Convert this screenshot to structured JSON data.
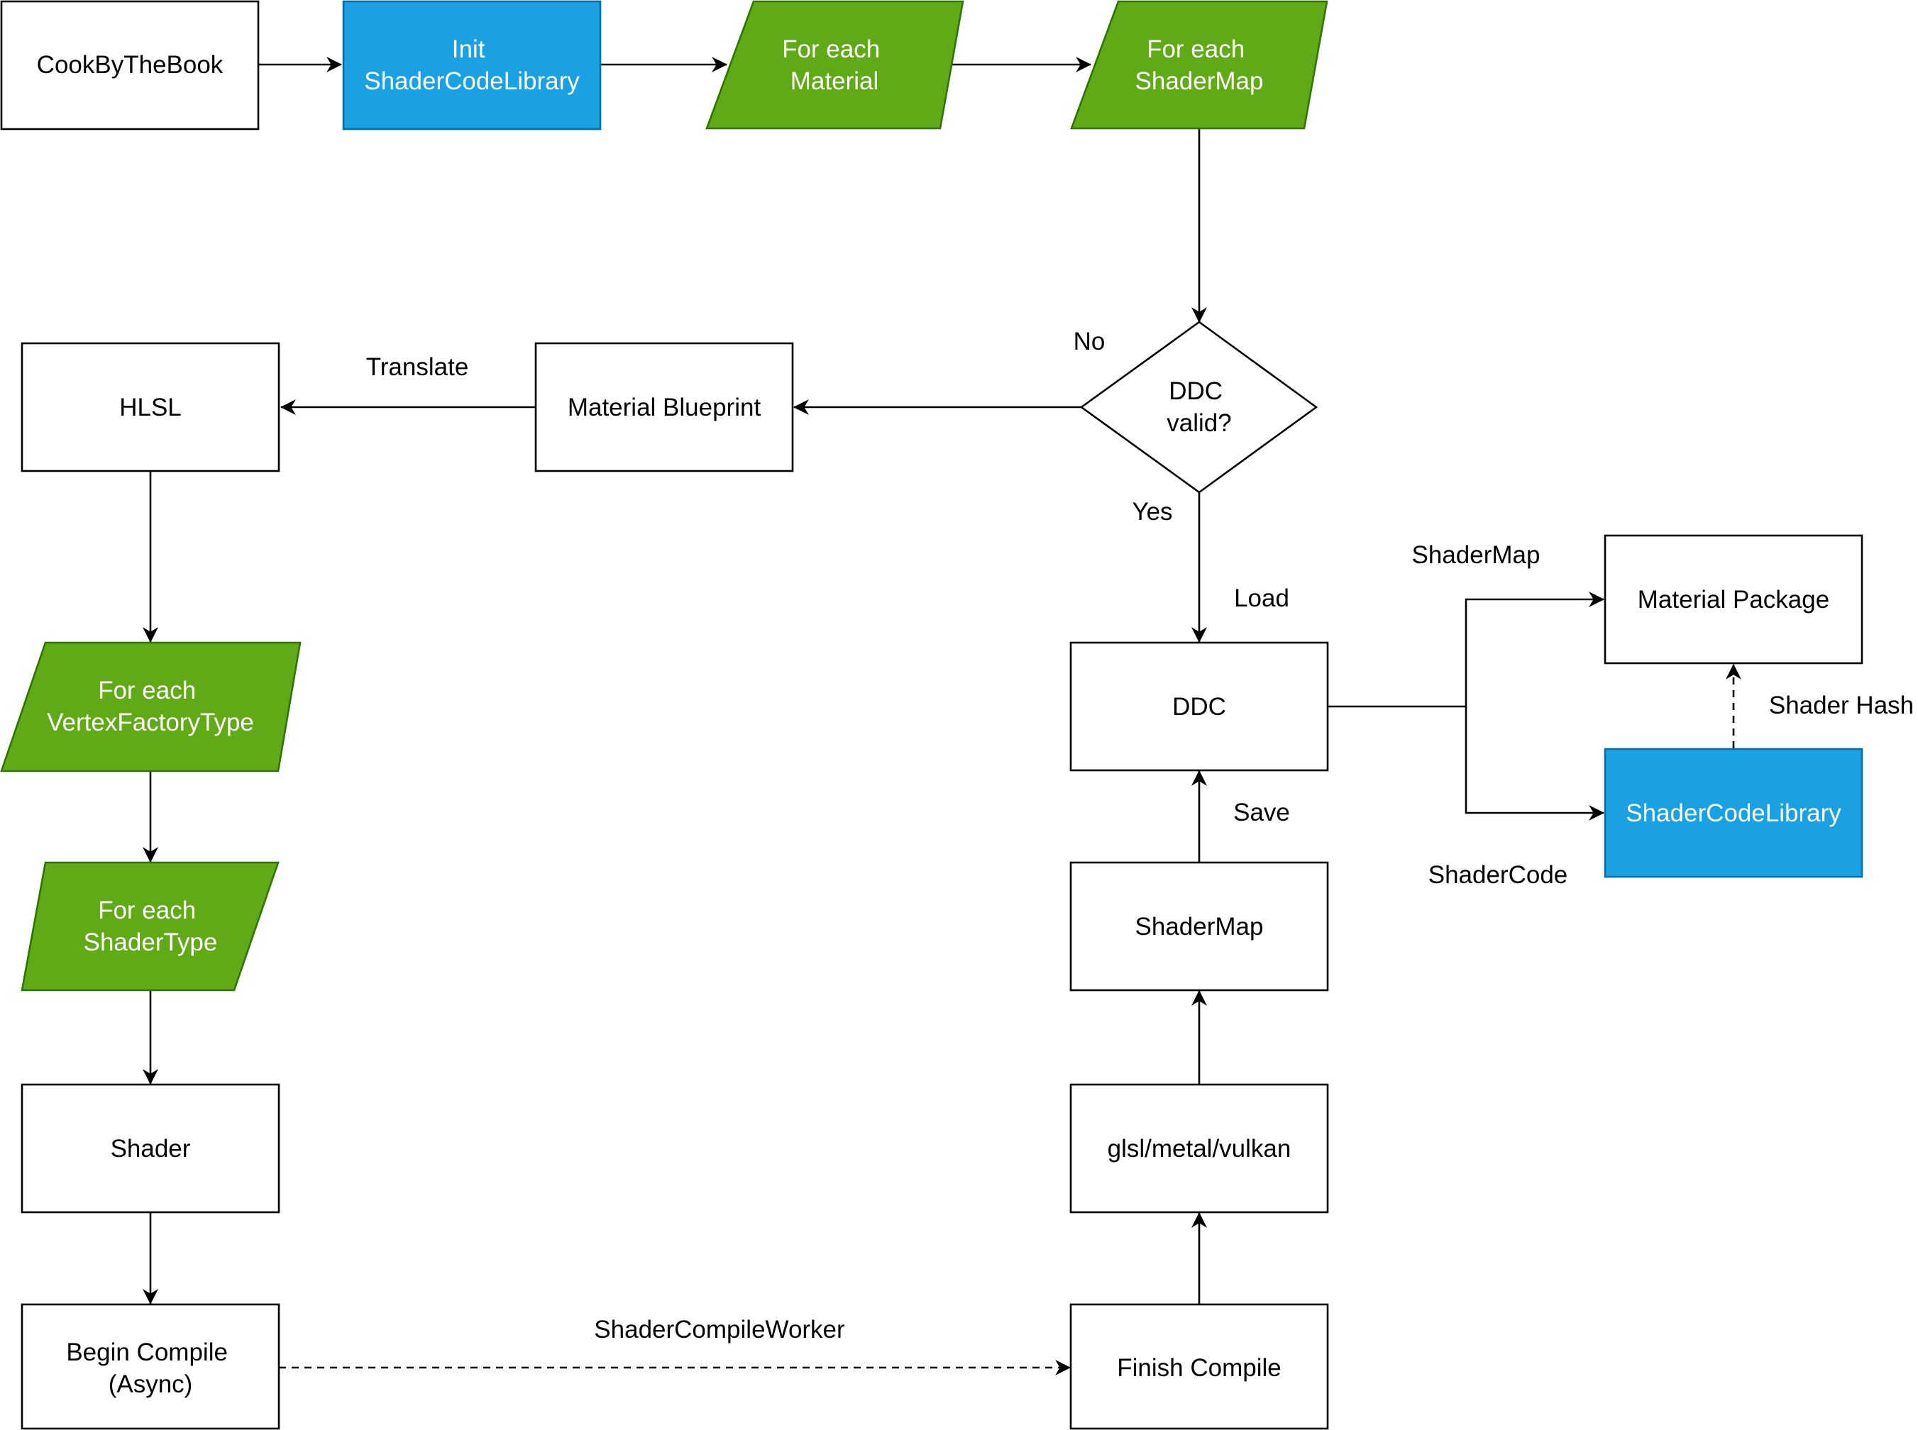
{
  "colors": {
    "white_fill": "#ffffff",
    "blue_fill": "#1ba1e2",
    "blue_stroke": "#006eaf",
    "green_fill": "#60a917",
    "green_stroke": "#2d7600",
    "black": "#000000",
    "text_light": "#ffffff",
    "text_dark": "#000000"
  },
  "nodes": {
    "cook": {
      "lines": [
        "CookByTheBook"
      ]
    },
    "init_lib": {
      "lines": [
        "Init",
        "ShaderCodeLibrary"
      ]
    },
    "each_material": {
      "lines": [
        "For each",
        "Material"
      ]
    },
    "each_shadermap": {
      "lines": [
        "For each",
        "ShaderMap"
      ]
    },
    "ddc_valid": {
      "lines": [
        "DDC",
        "valid?"
      ]
    },
    "material_blueprint": {
      "lines": [
        "Material Blueprint"
      ]
    },
    "hlsl": {
      "lines": [
        "HLSL"
      ]
    },
    "each_vf": {
      "lines": [
        "For each",
        "VertexFactoryType"
      ]
    },
    "each_shadertype": {
      "lines": [
        "For each",
        "ShaderType"
      ]
    },
    "shader": {
      "lines": [
        "Shader"
      ]
    },
    "begin_compile": {
      "lines": [
        "Begin Compile",
        "(Async)"
      ]
    },
    "finish_compile": {
      "lines": [
        "Finish Compile"
      ]
    },
    "glsl": {
      "lines": [
        "glsl/metal/vulkan"
      ]
    },
    "shadermap": {
      "lines": [
        "ShaderMap"
      ]
    },
    "ddc": {
      "lines": [
        "DDC"
      ]
    },
    "material_package": {
      "lines": [
        "Material Package"
      ]
    },
    "shader_code_library": {
      "lines": [
        "ShaderCodeLibrary"
      ]
    }
  },
  "edge_labels": {
    "no": "No",
    "yes": "Yes",
    "translate": "Translate",
    "load": "Load",
    "save": "Save",
    "shadercompileworker": "ShaderCompileWorker",
    "shadermap_label": "ShaderMap",
    "shadercode_label": "ShaderCode",
    "shader_hash": "Shader Hash"
  }
}
